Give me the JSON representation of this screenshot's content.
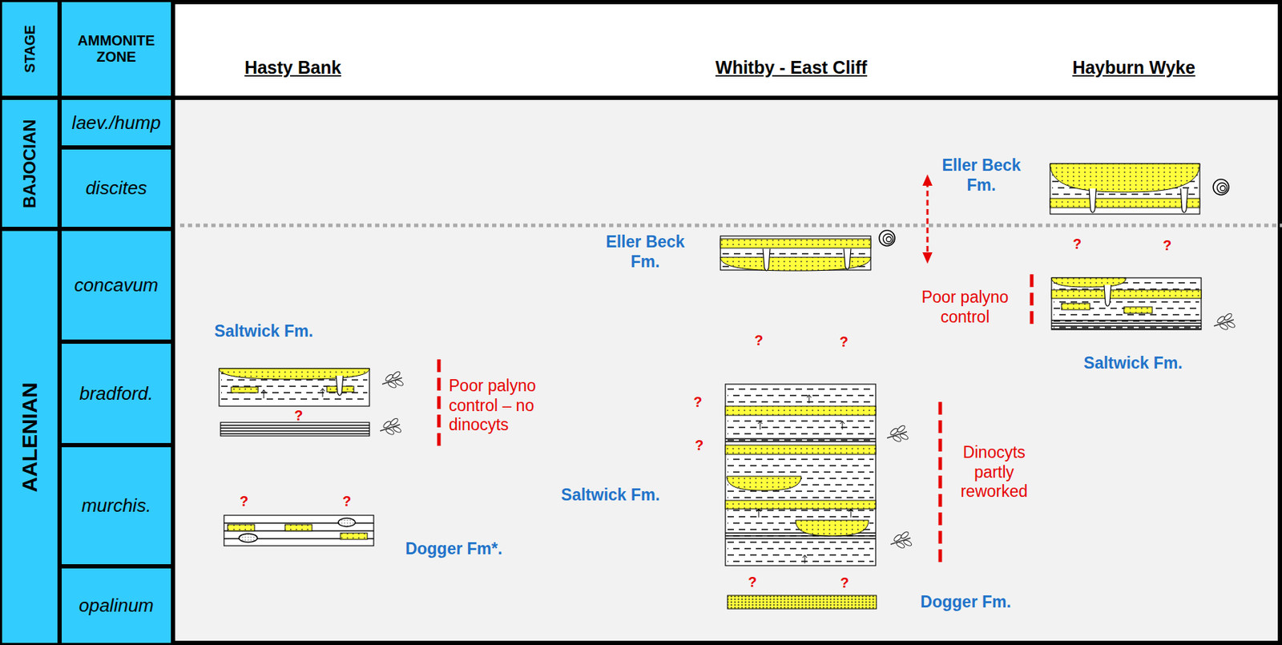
{
  "diagram": {
    "nodes": [
      {
        "text": [
          "STAGE"
        ]
      },
      {
        "text": [
          "AMMONITE ZONE"
        ]
      },
      {
        "text": [
          "BAJOCIAN"
        ]
      },
      {
        "text": [
          "AALENIAN"
        ]
      },
      {
        "text": [
          "laev./hump"
        ]
      },
      {
        "text": [
          "discites"
        ]
      },
      {
        "text": [
          "concavum"
        ]
      },
      {
        "text": [
          "bradford."
        ]
      },
      {
        "text": [
          "murchis."
        ]
      },
      {
        "text": [
          "opalinum"
        ]
      }
    ],
    "labels": [
      "Hasty Bank",
      "Whitby - East Cliff",
      "Hayburn Wyke",
      "Eller Beck Fm.",
      "Eller Beck Fm.",
      "Saltwick Fm.",
      "Poor palyno control",
      "Saltwick Fm.",
      "Poor palyno control – no dinocyts",
      "Dinocyts partly reworked",
      "Saltwick Fm.",
      "Dogger Fm*.",
      "Dogger Fm.",
      "?",
      "?",
      "?",
      "?",
      "?",
      "?",
      "?",
      "?",
      "?",
      "?",
      "?"
    ]
  }
}
